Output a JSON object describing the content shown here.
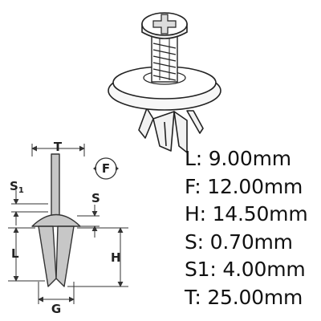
{
  "diagram": {
    "dimension_labels": {
      "T": "T",
      "S1_main": "S",
      "S1_sub": "1",
      "S": "S",
      "L": "L",
      "H": "H",
      "G": "G",
      "F": "F"
    },
    "specs": [
      {
        "key": "L",
        "value": "9.00",
        "unit": "mm"
      },
      {
        "key": "F",
        "value": "12.00",
        "unit": "mm"
      },
      {
        "key": "H",
        "value": "14.50",
        "unit": "mm"
      },
      {
        "key": "S",
        "value": "0.70",
        "unit": "mm"
      },
      {
        "key": "S1",
        "value": "4.00",
        "unit": "mm"
      },
      {
        "key": "T",
        "value": "25.00",
        "unit": "mm"
      }
    ],
    "spec_separator": ": ",
    "colors": {
      "dimension_line": "#333333",
      "part_fill": "#c7c7c7",
      "part_stroke": "#333333",
      "text": "#111111"
    }
  }
}
